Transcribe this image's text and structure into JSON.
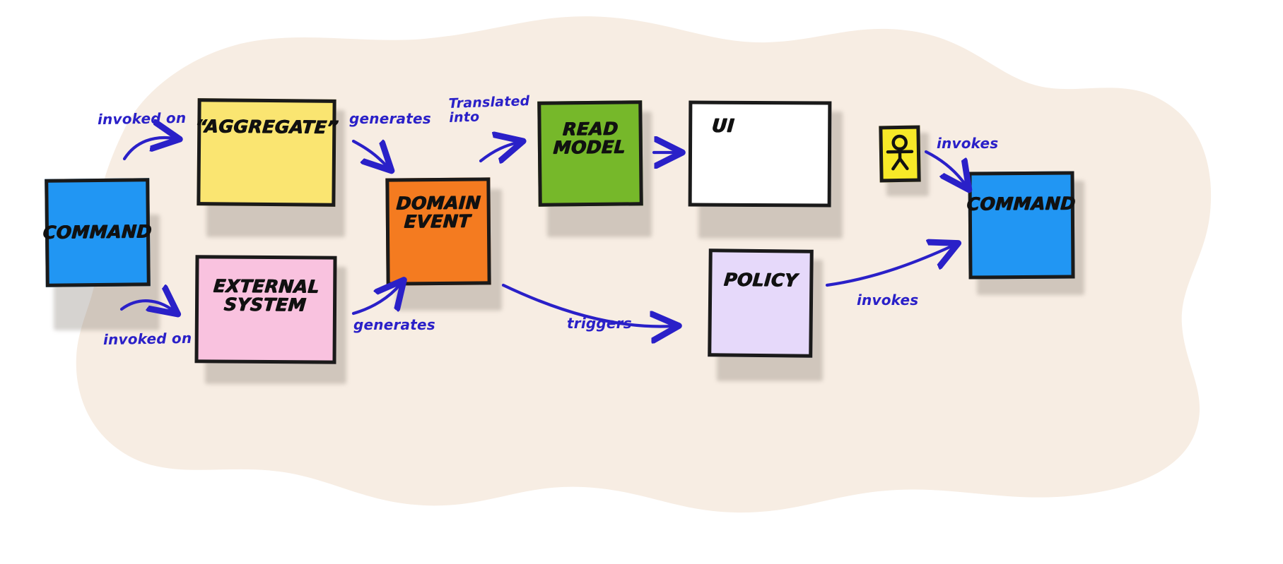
{
  "diagram": {
    "title": "Event Storming / CQRS flow",
    "background_color": "#F7EDE3",
    "arrow_color": "#2a20c8",
    "outline_color": "#1a1a1a"
  },
  "nodes": [
    {
      "id": "command-left",
      "label": "COMMAND",
      "color": "#2196F3",
      "kind": "command"
    },
    {
      "id": "aggregate",
      "label": "“AGGREGATE”",
      "color": "#FAE571",
      "kind": "aggregate"
    },
    {
      "id": "external-system",
      "label": "EXTERNAL\nSYSTEM",
      "color": "#F9C2DF",
      "kind": "external-system"
    },
    {
      "id": "domain-event",
      "label": "DOMAIN\nEVENT",
      "color": "#F47B20",
      "kind": "domain-event"
    },
    {
      "id": "read-model",
      "label": "READ\nMODEL",
      "color": "#76B82A",
      "kind": "read-model"
    },
    {
      "id": "ui",
      "label": "UI",
      "color": "#FFFFFF",
      "kind": "ui"
    },
    {
      "id": "actor",
      "label": "",
      "color": "#F7E928",
      "kind": "actor"
    },
    {
      "id": "policy",
      "label": "POLICY",
      "color": "#E6D9FA",
      "kind": "policy"
    },
    {
      "id": "command-right",
      "label": "COMMAND",
      "color": "#2196F3",
      "kind": "command"
    }
  ],
  "edges": [
    {
      "id": "e1",
      "label": "invoked on",
      "from": "command-left",
      "to": "aggregate"
    },
    {
      "id": "e2",
      "label": "invoked on",
      "from": "command-left",
      "to": "external-system"
    },
    {
      "id": "e3",
      "label": "generates",
      "from": "aggregate",
      "to": "domain-event"
    },
    {
      "id": "e4",
      "label": "generates",
      "from": "external-system",
      "to": "domain-event"
    },
    {
      "id": "e5",
      "label": "Translated\ninto",
      "from": "domain-event",
      "to": "read-model"
    },
    {
      "id": "e6",
      "label": "",
      "from": "read-model",
      "to": "ui"
    },
    {
      "id": "e7",
      "label": "triggers",
      "from": "domain-event",
      "to": "policy"
    },
    {
      "id": "e8",
      "label": "invokes",
      "from": "policy",
      "to": "command-right"
    },
    {
      "id": "e9",
      "label": "invokes",
      "from": "actor",
      "to": "command-right"
    }
  ]
}
